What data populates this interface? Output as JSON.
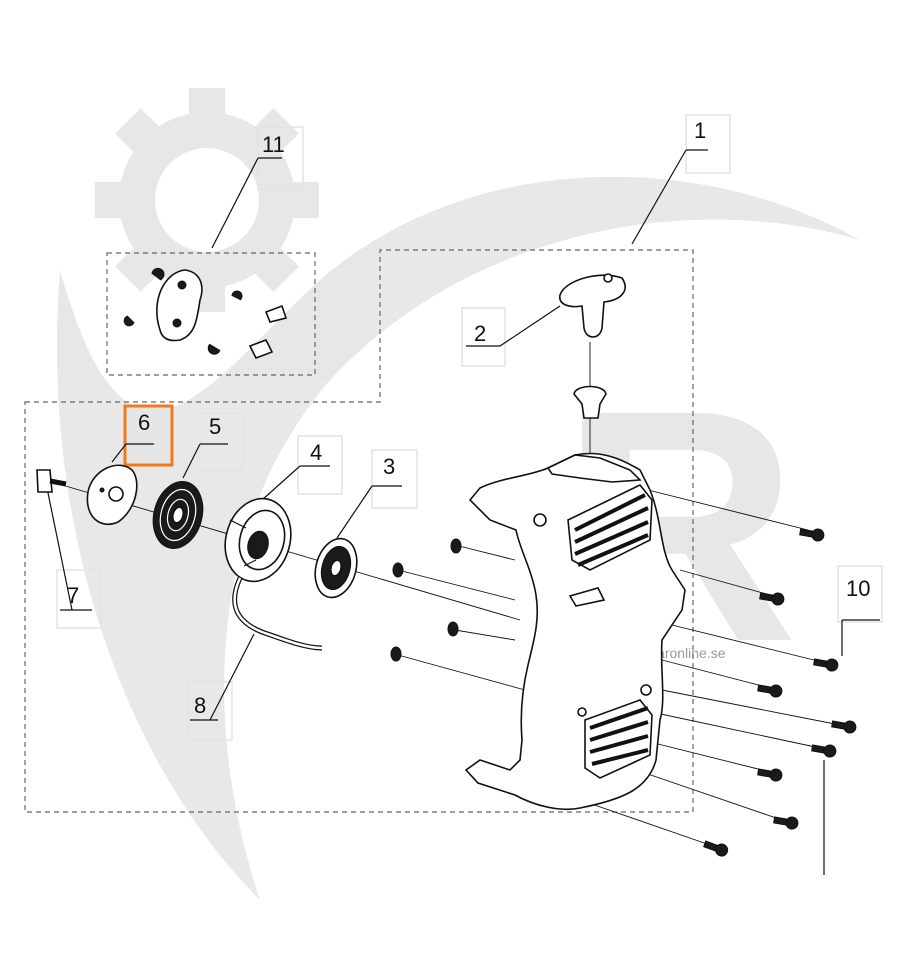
{
  "diagram": {
    "callouts": [
      "1",
      "2",
      "3",
      "4",
      "5",
      "6",
      "7",
      "8",
      "10",
      "11"
    ],
    "highlighted_callout": "6",
    "highlight_color": "#f07a1e"
  },
  "watermark": {
    "url_text": "www.reservdelaronline.se",
    "logo_letter": "R"
  }
}
